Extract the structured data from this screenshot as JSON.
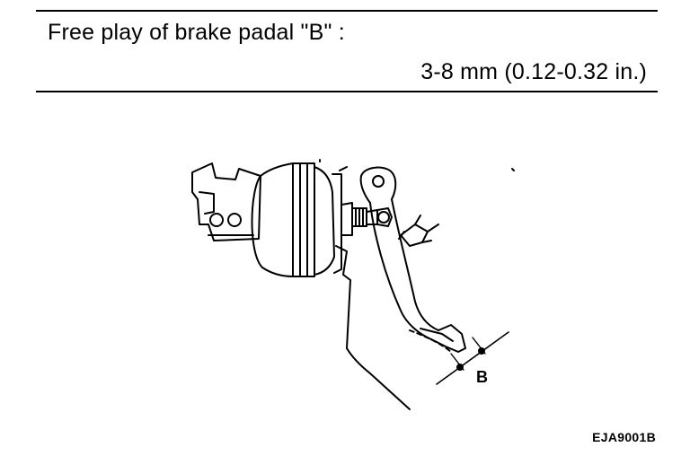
{
  "spec": {
    "label": "Free play of brake padal \"B\" :",
    "value": "3-8 mm (0.12-0.32 in.)"
  },
  "diagram": {
    "callout_label": "B",
    "figure_code": "EJA9001B"
  }
}
